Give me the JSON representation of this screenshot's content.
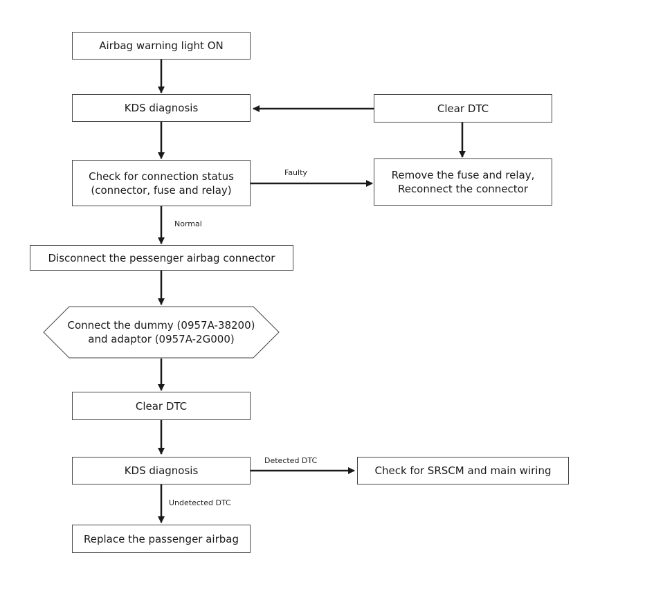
{
  "nodes": {
    "warning_light": "Airbag warning light ON",
    "kds_diagnosis_1": "KDS diagnosis",
    "clear_dtc_1": "Clear DTC",
    "check_connection": [
      "Check for connection status",
      "(connector, fuse and relay)"
    ],
    "remove_fuse": [
      "Remove the fuse and relay,",
      "Reconnect the connector"
    ],
    "disconnect_connector": "Disconnect the pessenger airbag connector",
    "connect_dummy": [
      "Connect the dummy (0957A-38200)",
      "and adaptor (0957A-2G000)"
    ],
    "clear_dtc_2": "Clear DTC",
    "kds_diagnosis_2": "KDS diagnosis",
    "check_srscm": "Check for SRSCM and main wiring",
    "replace_airbag": "Replace the passenger airbag"
  },
  "edge_labels": {
    "faulty": "Faulty",
    "normal": "Normal",
    "detected_dtc": "Detected DTC",
    "undetected_dtc": "Undetected DTC"
  },
  "colors": {
    "stroke": "#1a1a1a",
    "border": "#444444"
  }
}
